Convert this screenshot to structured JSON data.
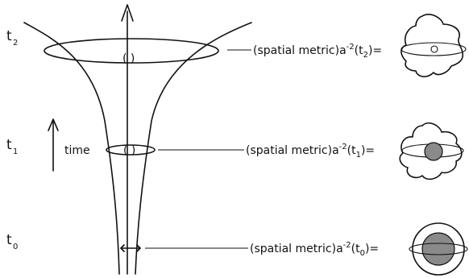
{
  "time_labels": {
    "t2": {
      "main": "t",
      "sub": "2"
    },
    "t1": {
      "main": "t",
      "sub": "1"
    },
    "t0": {
      "main": "t",
      "sub": "0"
    }
  },
  "time_arrow_label": "time",
  "equations": [
    {
      "prefix": "(spatial metric)a",
      "sup": "-2",
      "paren_open": "(t",
      "sub": "2",
      "paren_close": ")="
    },
    {
      "prefix": "(spatial metric)a",
      "sup": "-2",
      "paren_open": "(t",
      "sub": "1",
      "paren_close": ")="
    },
    {
      "prefix": "(spatial metric)a",
      "sup": "-2",
      "paren_open": "(t",
      "sub": "0",
      "paren_close": ")="
    }
  ]
}
